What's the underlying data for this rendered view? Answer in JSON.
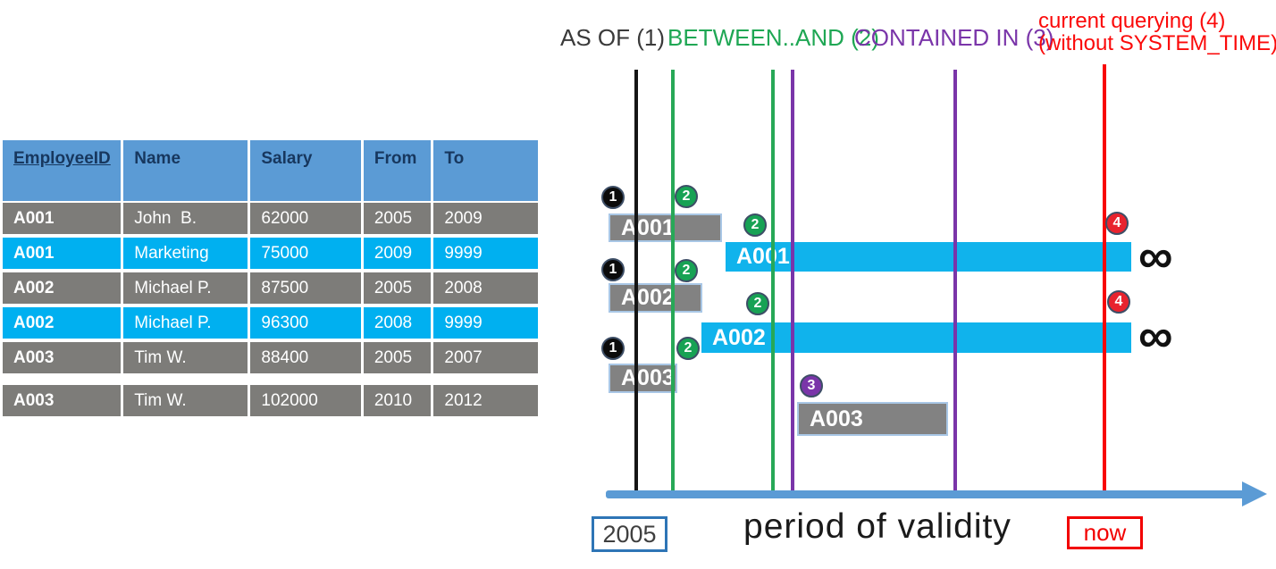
{
  "table": {
    "headers": [
      "EmployeeID",
      "Name",
      "Salary",
      "From",
      "To"
    ],
    "rows": [
      {
        "cells": [
          "A001",
          "John  B.",
          "62000",
          "2005",
          "2009"
        ],
        "current": false
      },
      {
        "cells": [
          "A001",
          "Marketing",
          "75000",
          "2009",
          "9999"
        ],
        "current": true
      },
      {
        "cells": [
          "A002",
          "Michael P.",
          "87500",
          "2005",
          "2008"
        ],
        "current": false
      },
      {
        "cells": [
          "A002",
          "Michael P.",
          "96300",
          "2008",
          "9999"
        ],
        "current": true
      },
      {
        "cells": [
          "A003",
          "Tim W.",
          "88400",
          "2005",
          "2007"
        ],
        "current": false
      },
      {
        "cells": [
          "A003",
          "Tim W.",
          "102000",
          "2010",
          "2012"
        ],
        "current": false
      }
    ]
  },
  "legend": {
    "as_of": "AS OF (1)",
    "between": "BETWEEN..AND (2)",
    "contained": "CONTAINED IN (3)",
    "current_line1": "current querying (4)",
    "current_line2": "(without SYSTEM_TIME)"
  },
  "timeline": {
    "bars": [
      {
        "label": "A001",
        "from": "2005",
        "to": "2009",
        "style": "history"
      },
      {
        "label": "A001",
        "from": "2009",
        "to": "9999",
        "style": "current"
      },
      {
        "label": "A002",
        "from": "2005",
        "to": "2008",
        "style": "history"
      },
      {
        "label": "A002",
        "from": "2008",
        "to": "9999",
        "style": "current"
      },
      {
        "label": "A003",
        "from": "2005",
        "to": "2007",
        "style": "history"
      },
      {
        "label": "A003",
        "from": "2010",
        "to": "2012",
        "style": "history"
      }
    ],
    "badges": [
      "1",
      "2",
      "2",
      "1",
      "2",
      "2",
      "1",
      "2",
      "3",
      "4",
      "4"
    ],
    "infinity": "∞",
    "axis_label": "period of validity",
    "start_label": "2005",
    "now_label": "now"
  },
  "colors": {
    "header_blue": "#5B9BD5",
    "row_gray": "#7D7C79",
    "current_blue": "#00B0F0",
    "bar_gray": "#828282",
    "bar_blue": "#10B3EC",
    "green": "#1FA754",
    "purple": "#7A35A9",
    "red": "#F20000",
    "axis_blue": "#5B9BD5"
  }
}
